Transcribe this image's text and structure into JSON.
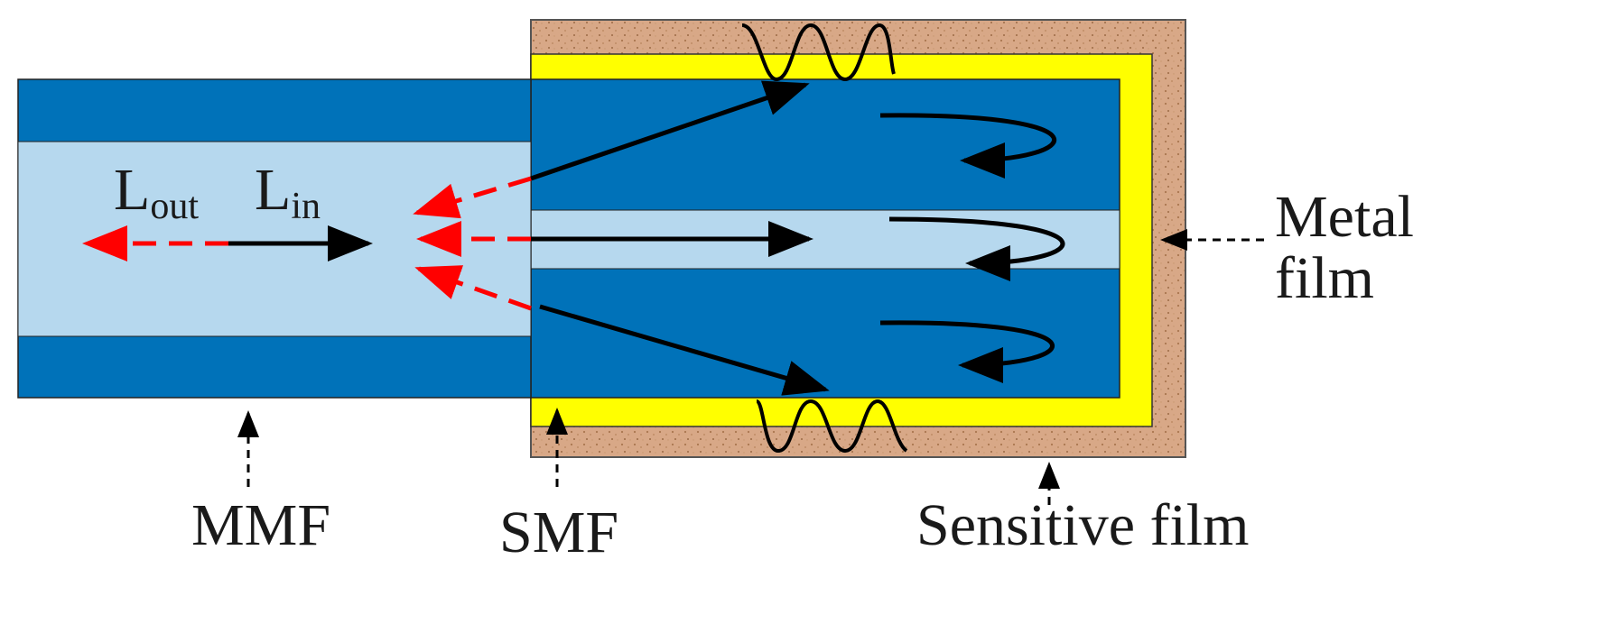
{
  "labels": {
    "l_out_base": "L",
    "l_out_sub": "out",
    "l_in_base": "L",
    "l_in_sub": "in",
    "metal_line1": "Metal",
    "metal_line2": "film",
    "mmf": "MMF",
    "smf": "SMF",
    "sensitive": "Sensitive film"
  },
  "colors": {
    "cladding": "#0072b9",
    "core": "#b6d8ee",
    "metal_film": "#ffff00",
    "sensitive_film": "#d8a887",
    "arrow_forward": "#000000",
    "arrow_return": "#ff0000"
  }
}
